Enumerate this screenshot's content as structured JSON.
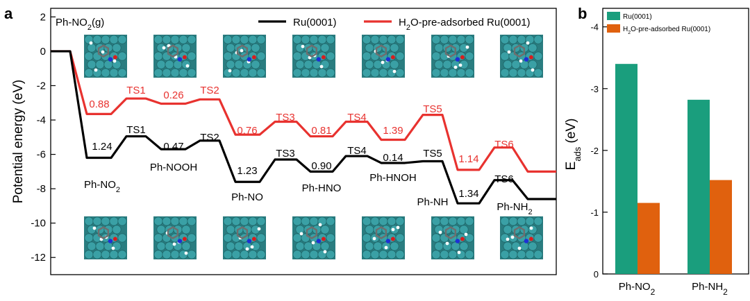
{
  "chart_data": [
    {
      "panel": "a",
      "type": "line",
      "ylabel": "Potential energy (eV)",
      "ylim": [
        -13,
        2.5
      ],
      "yticks": [
        2,
        0,
        -2,
        -4,
        -6,
        -8,
        -10,
        -12
      ],
      "top_left_label": "Ph-NO2(g)",
      "legend_placement": "top-right",
      "legend": [
        {
          "name": "Ru(0001)",
          "color": "#000000"
        },
        {
          "name": "H2O-pre-adsorbed Ru(0001)",
          "color": "#e8322f"
        }
      ],
      "series": [
        {
          "name": "Ru(0001)",
          "color": "#000000",
          "levels": [
            0,
            -6.2,
            -4.95,
            -5.7,
            -5.2,
            -7.6,
            -6.3,
            -7.0,
            -6.1,
            -6.5,
            -6.4,
            -8.85,
            -7.5,
            -8.6
          ],
          "state_labels": [
            "Ph-NO2",
            "TS1",
            "Ph-NOOH",
            "TS2",
            "Ph-NO",
            "TS3",
            "Ph-HNO",
            "TS4",
            "Ph-HNOH",
            "TS5",
            "Ph-NH",
            "TS6",
            "Ph-NH2"
          ],
          "barriers": [
            "1.24",
            "0.47",
            "1.23",
            "0.90",
            "0.14",
            "1.34"
          ]
        },
        {
          "name": "H2O-pre-adsorbed Ru(0001)",
          "color": "#e8322f",
          "levels": [
            0,
            -3.65,
            -2.75,
            -3.05,
            -2.8,
            -4.85,
            -4.1,
            -4.95,
            -4.1,
            -5.15,
            -3.7,
            -6.9,
            -5.6,
            -7.0
          ],
          "ts_labels": [
            "TS1",
            "TS2",
            "TS3",
            "TS4",
            "TS5",
            "TS6"
          ],
          "barriers": [
            "0.88",
            "0.26",
            "0.76",
            "0.81",
            "1.39",
            "1.14"
          ]
        }
      ]
    },
    {
      "panel": "b",
      "type": "bar",
      "ylabel": "Eads (eV)",
      "ylim": [
        0,
        -4.3
      ],
      "yticks": [
        0,
        -1,
        -2,
        -3,
        -4
      ],
      "categories": [
        "Ph-NO2",
        "Ph-NH2"
      ],
      "legend_placement": "top-left",
      "series": [
        {
          "name": "Ru(0001)",
          "color": "#1a9e7d",
          "values": [
            -3.4,
            -2.82
          ]
        },
        {
          "name": "H2O-pre-adsorbed Ru(0001)",
          "color": "#e0610e",
          "values": [
            -1.15,
            -1.52
          ]
        }
      ]
    }
  ]
}
